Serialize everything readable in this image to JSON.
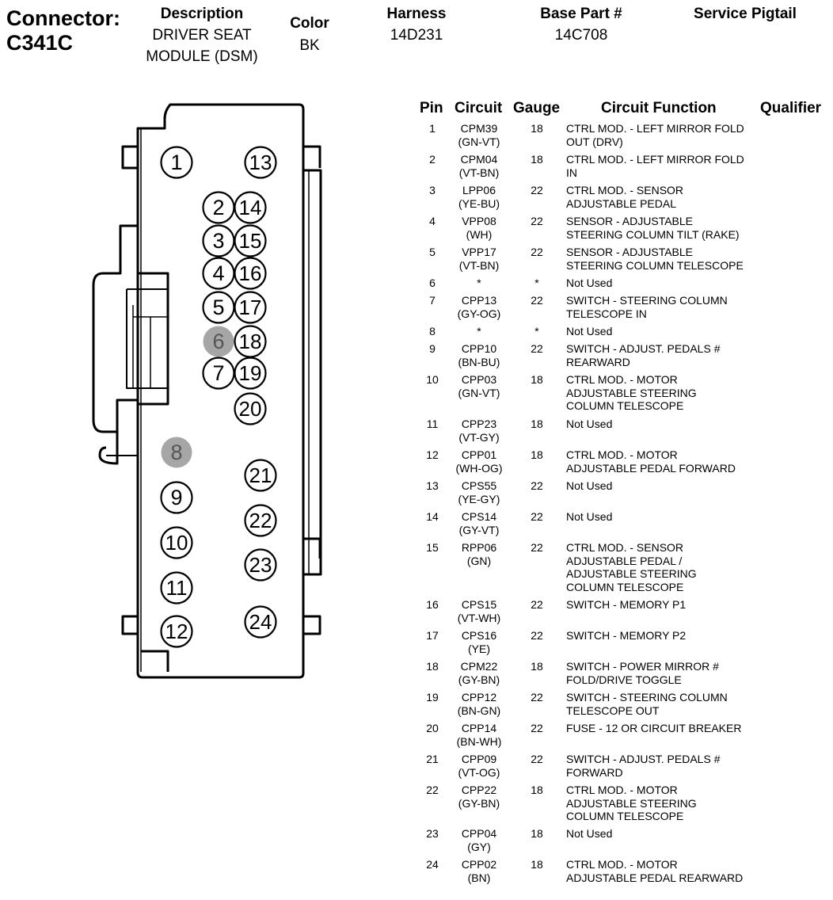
{
  "connector": {
    "label": "Connector:",
    "id": "C341C"
  },
  "header": {
    "description_title": "Description",
    "description_line1": "DRIVER SEAT",
    "description_line2": "MODULE (DSM)",
    "color_title": "Color",
    "color_value": "BK",
    "harness_title": "Harness",
    "harness_value": "14D231",
    "base_title": "Base Part #",
    "base_value": "14C708",
    "pigtail_title": "Service Pigtail",
    "pigtail_value": ""
  },
  "table_headers": {
    "pin": "Pin",
    "circuit": "Circuit",
    "gauge": "Gauge",
    "function": "Circuit Function",
    "qualifier": "Qualifier"
  },
  "colors": {
    "outline": "#000000",
    "unused_pin": "#a6a6a6",
    "unused_pin_text": "#555555"
  },
  "pins": [
    {
      "pin": "1",
      "circuit": "CPM39\n(GN-VT)",
      "gauge": "18",
      "function": "CTRL MOD. - LEFT MIRROR FOLD\nOUT (DRV)",
      "qualifier": ""
    },
    {
      "pin": "2",
      "circuit": "CPM04\n(VT-BN)",
      "gauge": "18",
      "function": "CTRL MOD. - LEFT MIRROR FOLD\nIN",
      "qualifier": ""
    },
    {
      "pin": "3",
      "circuit": "LPP06\n(YE-BU)",
      "gauge": "22",
      "function": "CTRL MOD. - SENSOR\nADJUSTABLE PEDAL",
      "qualifier": ""
    },
    {
      "pin": "4",
      "circuit": "VPP08\n(WH)",
      "gauge": "22",
      "function": "SENSOR - ADJUSTABLE\nSTEERING COLUMN TILT (RAKE)",
      "qualifier": ""
    },
    {
      "pin": "5",
      "circuit": "VPP17\n(VT-BN)",
      "gauge": "22",
      "function": "SENSOR - ADJUSTABLE\nSTEERING COLUMN TELESCOPE",
      "qualifier": ""
    },
    {
      "pin": "6",
      "circuit": "*",
      "gauge": "*",
      "function": "Not Used",
      "qualifier": ""
    },
    {
      "pin": "7",
      "circuit": "CPP13\n(GY-OG)",
      "gauge": "22",
      "function": "SWITCH - STEERING COLUMN\nTELESCOPE IN",
      "qualifier": ""
    },
    {
      "pin": "8",
      "circuit": "*",
      "gauge": "*",
      "function": "Not Used",
      "qualifier": ""
    },
    {
      "pin": "9",
      "circuit": "CPP10\n(BN-BU)",
      "gauge": "22",
      "function": "SWITCH - ADJUST. PEDALS #\nREARWARD",
      "qualifier": ""
    },
    {
      "pin": "10",
      "circuit": "CPP03\n(GN-VT)",
      "gauge": "18",
      "function": "CTRL MOD. - MOTOR\nADJUSTABLE STEERING\nCOLUMN TELESCOPE",
      "qualifier": ""
    },
    {
      "pin": "11",
      "circuit": "CPP23\n(VT-GY)",
      "gauge": "18",
      "function": "Not Used",
      "qualifier": ""
    },
    {
      "pin": "12",
      "circuit": "CPP01\n(WH-OG)",
      "gauge": "18",
      "function": "CTRL MOD. - MOTOR\nADJUSTABLE PEDAL FORWARD",
      "qualifier": ""
    },
    {
      "pin": "13",
      "circuit": "CPS55\n(YE-GY)",
      "gauge": "22",
      "function": "Not Used",
      "qualifier": ""
    },
    {
      "pin": "14",
      "circuit": "CPS14\n(GY-VT)",
      "gauge": "22",
      "function": "Not Used",
      "qualifier": ""
    },
    {
      "pin": "15",
      "circuit": "RPP06\n(GN)",
      "gauge": "22",
      "function": "CTRL MOD. - SENSOR\nADJUSTABLE PEDAL /\nADJUSTABLE STEERING\nCOLUMN TELESCOPE",
      "qualifier": ""
    },
    {
      "pin": "16",
      "circuit": "CPS15\n(VT-WH)",
      "gauge": "22",
      "function": "SWITCH - MEMORY P1",
      "qualifier": ""
    },
    {
      "pin": "17",
      "circuit": "CPS16\n(YE)",
      "gauge": "22",
      "function": "SWITCH - MEMORY P2",
      "qualifier": ""
    },
    {
      "pin": "18",
      "circuit": "CPM22\n(GY-BN)",
      "gauge": "18",
      "function": "SWITCH - POWER MIRROR #\nFOLD/DRIVE TOGGLE",
      "qualifier": ""
    },
    {
      "pin": "19",
      "circuit": "CPP12\n(BN-GN)",
      "gauge": "22",
      "function": "SWITCH - STEERING COLUMN\nTELESCOPE OUT",
      "qualifier": ""
    },
    {
      "pin": "20",
      "circuit": "CPP14\n(BN-WH)",
      "gauge": "22",
      "function": "FUSE - 12 OR CIRCUIT BREAKER",
      "qualifier": ""
    },
    {
      "pin": "21",
      "circuit": "CPP09\n(VT-OG)",
      "gauge": "22",
      "function": "SWITCH - ADJUST. PEDALS #\nFORWARD",
      "qualifier": ""
    },
    {
      "pin": "22",
      "circuit": "CPP22\n(GY-BN)",
      "gauge": "18",
      "function": "CTRL MOD. - MOTOR\nADJUSTABLE STEERING\nCOLUMN TELESCOPE",
      "qualifier": ""
    },
    {
      "pin": "23",
      "circuit": "CPP04\n(GY)",
      "gauge": "18",
      "function": "Not Used",
      "qualifier": ""
    },
    {
      "pin": "24",
      "circuit": "CPP02\n(BN)",
      "gauge": "18",
      "function": "CTRL MOD. - MOTOR\nADJUSTABLE PEDAL REARWARD",
      "qualifier": ""
    }
  ],
  "diagram": {
    "cavities": [
      {
        "label": "1",
        "unused": false
      },
      {
        "label": "2",
        "unused": false
      },
      {
        "label": "3",
        "unused": false
      },
      {
        "label": "4",
        "unused": false
      },
      {
        "label": "5",
        "unused": false
      },
      {
        "label": "6",
        "unused": true
      },
      {
        "label": "7",
        "unused": false
      },
      {
        "label": "8",
        "unused": true
      },
      {
        "label": "9",
        "unused": false
      },
      {
        "label": "10",
        "unused": false
      },
      {
        "label": "11",
        "unused": false
      },
      {
        "label": "12",
        "unused": false
      },
      {
        "label": "13",
        "unused": false
      },
      {
        "label": "14",
        "unused": false
      },
      {
        "label": "15",
        "unused": false
      },
      {
        "label": "16",
        "unused": false
      },
      {
        "label": "17",
        "unused": false
      },
      {
        "label": "18",
        "unused": false
      },
      {
        "label": "19",
        "unused": false
      },
      {
        "label": "20",
        "unused": false
      },
      {
        "label": "21",
        "unused": false
      },
      {
        "label": "22",
        "unused": false
      },
      {
        "label": "23",
        "unused": false
      },
      {
        "label": "24",
        "unused": false
      }
    ]
  }
}
